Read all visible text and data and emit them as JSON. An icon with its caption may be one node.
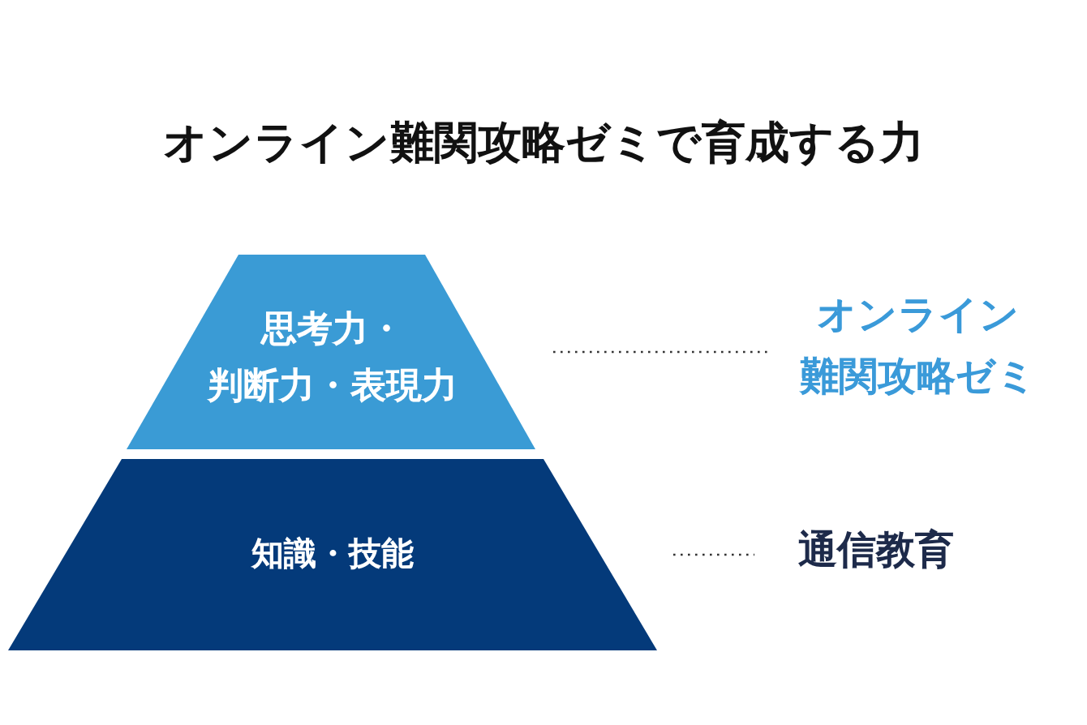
{
  "diagram": {
    "title": "オンライン難関攻略ゼミで育成する力",
    "nodes": [
      {
        "text": [
          "思考力・判断力・表現力"
        ]
      },
      {
        "text": [
          "知識・技能"
        ]
      },
      {
        "text": [
          "オンライン難関攻略ゼミ"
        ]
      },
      {
        "text": [
          "通信教育"
        ]
      }
    ],
    "edges": [
      {
        "from": 0,
        "to": 2,
        "arrow": "none",
        "style": "dashed"
      },
      {
        "from": 1,
        "to": 3,
        "arrow": "none",
        "style": "dashed"
      }
    ]
  }
}
